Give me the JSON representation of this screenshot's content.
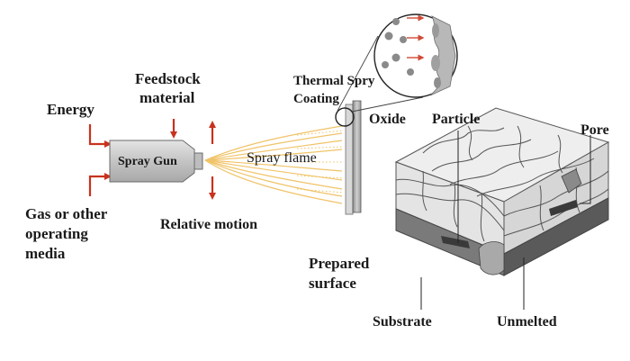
{
  "labels": {
    "energy": "Energy",
    "feedstock_line1": "Feedstock",
    "feedstock_line2": "material",
    "spray_gun": "Spray Gun",
    "gas_line1": "Gas or other",
    "gas_line2": "operating",
    "gas_line3": "media",
    "relative_motion": "Relative motion",
    "spray_flame": "Spray flame",
    "coating_line1": "Thermal Spry",
    "coating_line2": "Coating",
    "oxide": "Oxide",
    "particle": "Particle",
    "pore": "Pore",
    "prepared_line1": "Prepared",
    "prepared_line2": "surface",
    "substrate": "Substrate",
    "unmelted": "Unmelted"
  },
  "colors": {
    "arrow": "#c8321e",
    "gun_body": "#cfcfcf",
    "flame": "#f0c060",
    "coating_top": "#efefef",
    "coating_front": "#e2e2e2",
    "coating_side": "#cccccc",
    "substrate_front": "#7a7a7a",
    "substrate_side": "#5a5a5a",
    "dark_oxide": "#3a3a3a"
  }
}
